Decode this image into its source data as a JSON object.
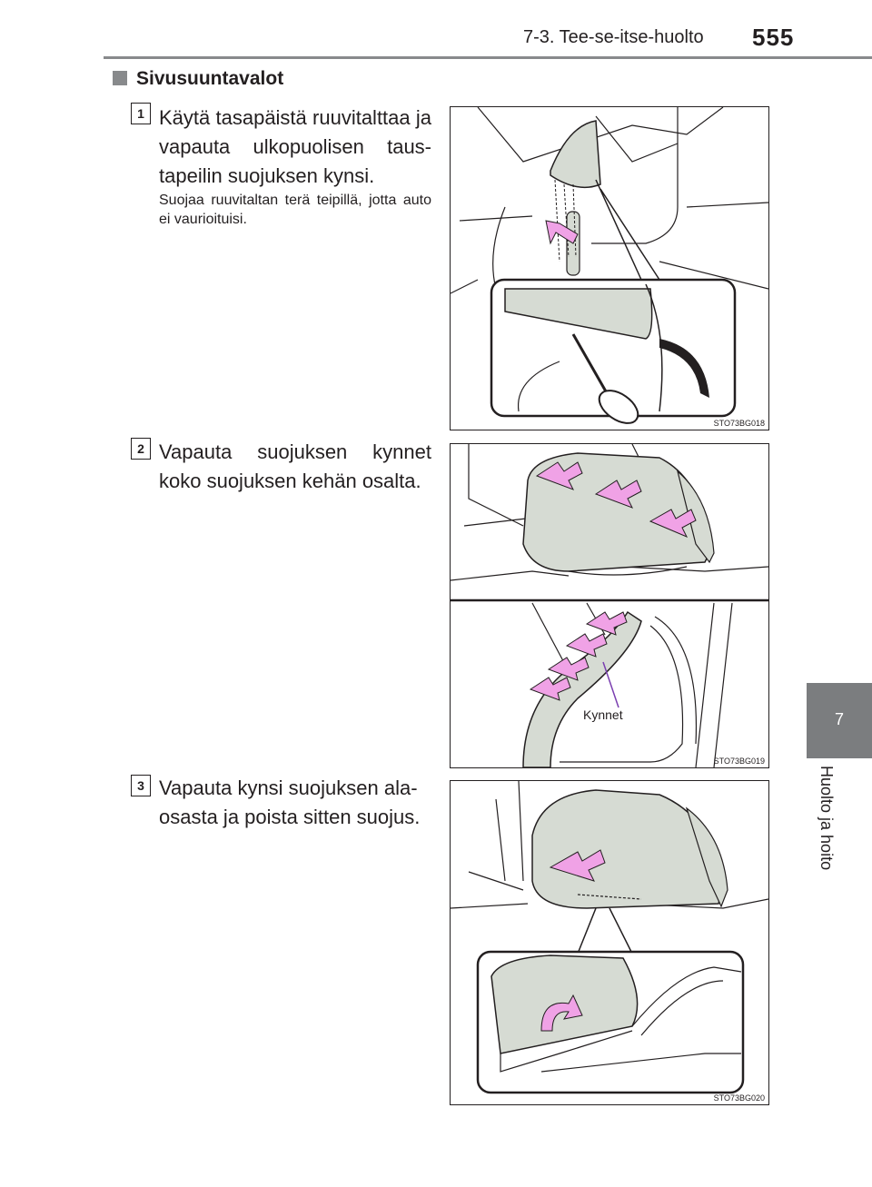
{
  "header": {
    "section": "7-3. Tee-se-itse-huolto",
    "page_number": "555"
  },
  "side_tab": {
    "chapter_number": "7",
    "chapter_title": "Huolto ja hoito"
  },
  "section_heading": "Sivusuuntavalot",
  "steps": [
    {
      "number": "1",
      "text": "Käytä tasapäistä ruuvitalttaa ja vapauta ulkopuolisen taus-tapeilin suojuksen kynsi.",
      "note": "Suojaa ruuvitaltan terä teipillä, jotta auto ei vaurioituisi.",
      "figure_code": "STO73BG018"
    },
    {
      "number": "2",
      "text": "Vapauta suojuksen kynnet koko suojuksen kehän osalta.",
      "figure_code": "STO73BG019",
      "figure_label": "Kynnet"
    },
    {
      "number": "3",
      "text": "Vapauta kynsi suojuksen ala-osasta ja poista sitten suojus.",
      "figure_code": "STO73BG020"
    }
  ],
  "colors": {
    "cover_fill": "#d6dbd3",
    "arrow_fill": "#f0a2e6",
    "tab_gray": "#7b7d7f"
  }
}
